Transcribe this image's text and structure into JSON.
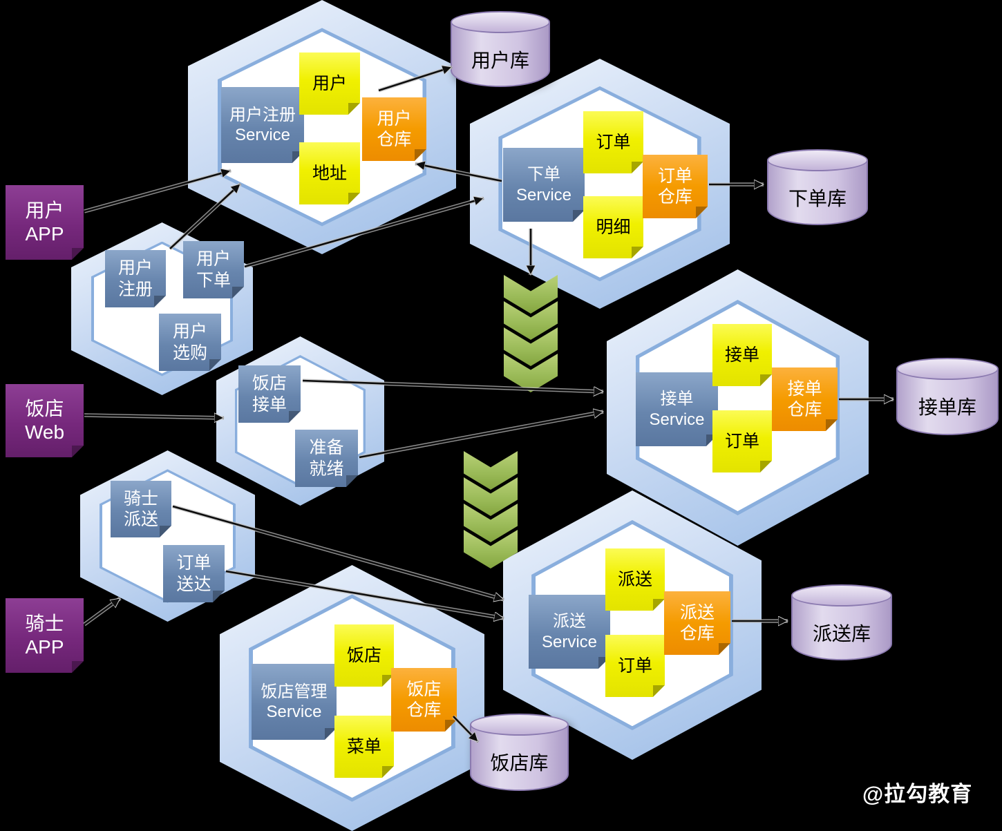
{
  "watermark": "@拉勾教育",
  "sources": {
    "user_app": "用户\nAPP",
    "restaurant_web": "饭店\nWeb",
    "rider_app": "骑士\nAPP"
  },
  "contexts": {
    "user_registration": {
      "service": "用户注册\nService",
      "entity_top": "用户",
      "entity_bottom": "地址",
      "repository": "用户\n仓库"
    },
    "ordering": {
      "service": "下单\nService",
      "entity_top": "订单",
      "entity_bottom": "明细",
      "repository": "订单\n仓库"
    },
    "order_taking": {
      "service": "接单\nService",
      "entity_top": "接单",
      "entity_bottom": "订单",
      "repository": "接单\n仓库"
    },
    "restaurant_management": {
      "service": "饭店管理\nService",
      "entity_top": "饭店",
      "entity_bottom": "菜单",
      "repository": "饭店\n仓库"
    },
    "delivery": {
      "service": "派送\nService",
      "entity_top": "派送",
      "entity_bottom": "订单",
      "repository": "派送\n仓库"
    },
    "user_commands": {
      "items": [
        "用户\n注册",
        "用户\n下单",
        "用户\n选购"
      ]
    },
    "restaurant_commands": {
      "items": [
        "饭店\n接单",
        "准备\n就绪"
      ]
    },
    "rider_commands": {
      "items": [
        "骑士\n派送",
        "订单\n送达"
      ]
    }
  },
  "databases": {
    "user_db": "用户库",
    "order_db": "下单库",
    "accept_db": "接单库",
    "delivery_db": "派送库",
    "restaurant_db": "饭店库"
  },
  "connections": [
    {
      "from": "用户APP",
      "to": "用户注册Service"
    },
    {
      "from": "用户注册",
      "to": "用户注册Service"
    },
    {
      "from": "用户下单",
      "to": "下单Service"
    },
    {
      "from": "用户注册Service",
      "to": "用户库"
    },
    {
      "from": "下单Service",
      "to": "用户注册Service"
    },
    {
      "from": "下单Service",
      "to": "事件流"
    },
    {
      "from": "订单仓库",
      "to": "下单库"
    },
    {
      "from": "饭店Web",
      "to": "饭店接单"
    },
    {
      "from": "饭店接单",
      "to": "接单Service"
    },
    {
      "from": "准备就绪",
      "to": "接单Service"
    },
    {
      "from": "骑士APP",
      "to": "骑士派送"
    },
    {
      "from": "骑士派送",
      "to": "派送Service"
    },
    {
      "from": "订单送达",
      "to": "派送Service"
    },
    {
      "from": "接单仓库",
      "to": "接单库"
    },
    {
      "from": "派送仓库",
      "to": "派送库"
    },
    {
      "from": "饭店仓库",
      "to": "饭店库"
    }
  ],
  "colors": {
    "background": "#000000",
    "hexagon_fill": "#c3d6f0",
    "note_blue": "#6785ad",
    "note_yellow": "#f0f000",
    "note_orange": "#f59b00",
    "note_purple": "#76287c",
    "cylinder": "#ccc0da",
    "chevron": "#9bbb59"
  }
}
